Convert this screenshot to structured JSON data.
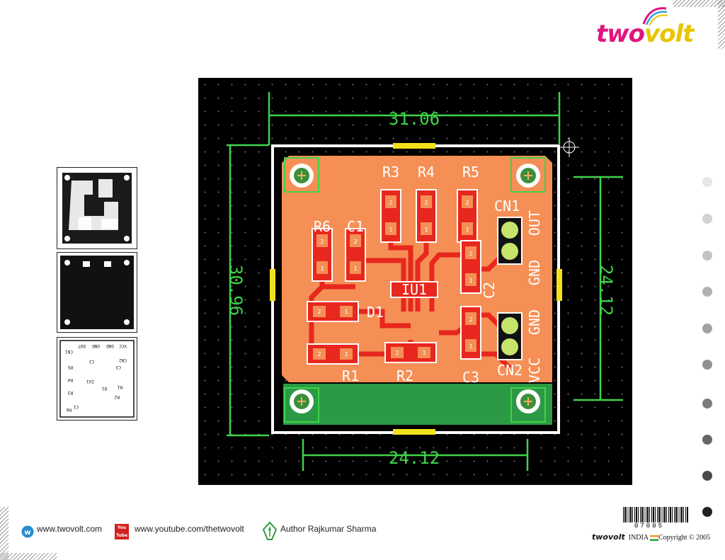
{
  "brand": {
    "logo_part1": "two",
    "logo_part2": "volt",
    "pink": "#e0157f",
    "yellow": "#e9c400"
  },
  "pcb": {
    "dim_top": "31.06",
    "dim_left": "30.96",
    "dim_right": "24.12",
    "dim_bottom": "24.12",
    "labels": {
      "r3": "R3",
      "r4": "R4",
      "r5": "R5",
      "r6": "R6",
      "c1": "C1",
      "cn1": "CN1",
      "u1": "IU1",
      "d1": "D1",
      "c2": "C2",
      "r1": "R1",
      "r2": "R2",
      "c3": "C3",
      "cn2": "CN2",
      "out": "OUT",
      "gnd1": "GND",
      "gnd2": "GND",
      "vcc": "VCC"
    },
    "pad1": "1",
    "pad2": "2"
  },
  "silk_labels": [
    "CN1",
    "OUT",
    "GND",
    "GND",
    "VCC",
    "CN2",
    "R5",
    "C2",
    "C3",
    "R4",
    "R3",
    "R2",
    "D1",
    "R1",
    "C1",
    "R6",
    "IU1"
  ],
  "footer": {
    "website": "www.twovolt.com",
    "youtube_badge": "You Tube",
    "youtube": "www.youtube.com/thetwovolt",
    "author": "Author Rajkumar Sharma",
    "barcode_number": "07005",
    "copyright_brand": "twovolt",
    "copyright_text": "INDIA",
    "copyright_tail": "Copyright",
    "copyright_year": "© 2005"
  },
  "side_dot_colors": [
    "#e6e6e6",
    "#d2d2d2",
    "#c2c2c2",
    "#b2b2b2",
    "#a2a2a2",
    "#909090",
    "#7c7c7c",
    "#666666",
    "#4a4a4a",
    "#222222"
  ]
}
